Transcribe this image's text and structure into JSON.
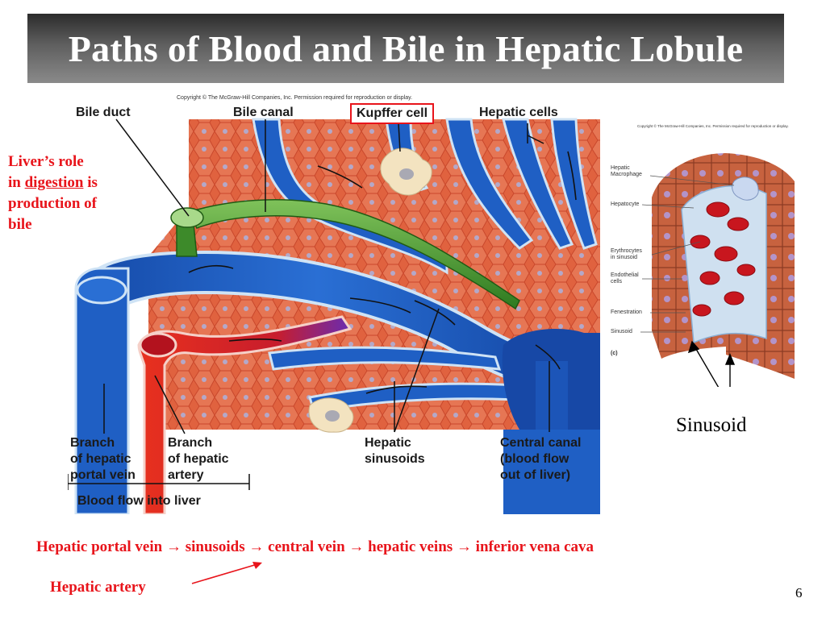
{
  "title": "Paths of Blood and Bile in Hepatic Lobule",
  "copyright_main": "Copyright © The McGraw-Hill Companies, Inc. Permission required for reproduction or display.",
  "copyright_side": "Copyright © The McGraw-Hill Companies, Inc. Permission required for reproduction or display.",
  "side_note": {
    "line1": "Liver’s role",
    "line2_pre": "in ",
    "line2_keyword": "digestion",
    "line2_post": " is",
    "line3": "production of",
    "line4": "bile"
  },
  "diagram_labels": {
    "bile_duct": "Bile duct",
    "bile_canal": "Bile canal",
    "kupffer_cell": "Kupffer cell",
    "hepatic_cells": "Hepatic cells",
    "portal_vein_1": "Branch",
    "portal_vein_2": "of hepatic",
    "portal_vein_3": "portal vein",
    "artery_1": "Branch",
    "artery_2": "of hepatic",
    "artery_3": "artery",
    "blood_flow": "Blood flow into liver",
    "sinusoids_1": "Hepatic",
    "sinusoids_2": "sinusoids",
    "central_1": "Central canal",
    "central_2": "(blood flow",
    "central_3": "out of liver)"
  },
  "right_labels": {
    "macrophage_1": "Hepatic",
    "macrophage_2": "Macrophage",
    "hepatocyte": "Hepatocyte",
    "erythrocytes_1": "Erythrocytes",
    "erythrocytes_2": "in sinusoid",
    "endothelial_1": "Endothelial",
    "endothelial_2": "cells",
    "fenestration": "Fenestration",
    "sinusoid": "Sinusoid",
    "panel": "(c)"
  },
  "sinusoid_label": "Sinusoid",
  "flow_path": "Hepatic portal vein → sinusoids → central vein → hepatic veins → inferior vena cava",
  "hepatic_artery": "Hepatic artery",
  "page_number": "6",
  "colors": {
    "accent_red": "#e8141b",
    "tissue": "#e0623f",
    "blood_blue": "#1f5fc4",
    "bile_green": "#3d8a2a"
  }
}
